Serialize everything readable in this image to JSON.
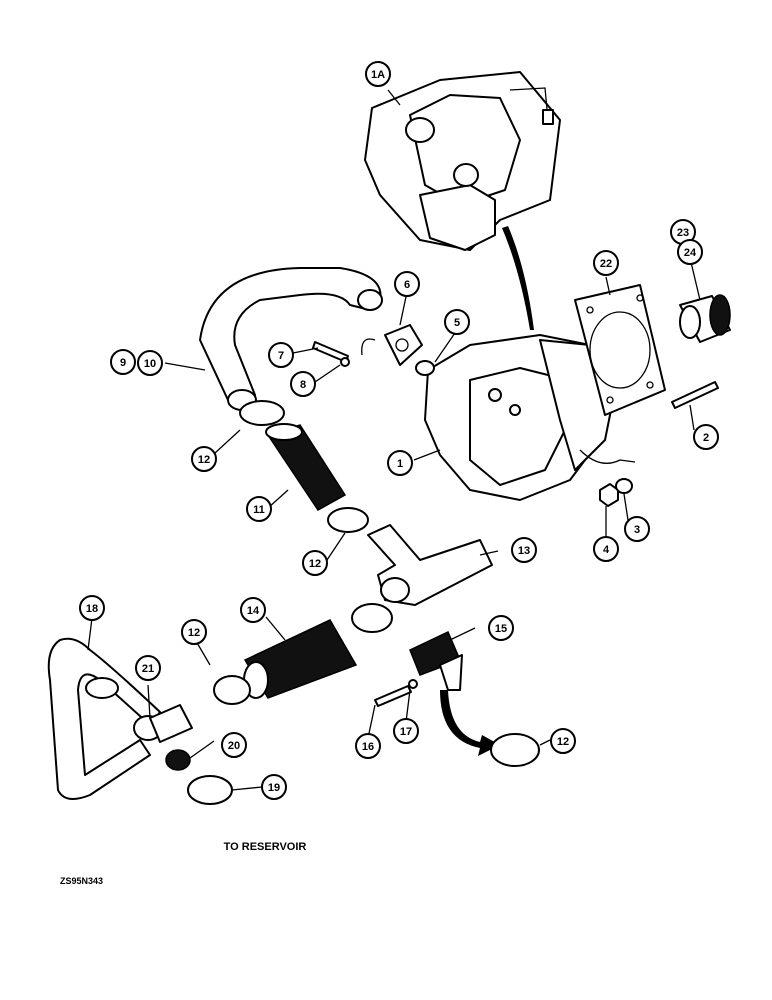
{
  "callouts": [
    "1A",
    "1",
    "2",
    "3",
    "4",
    "5",
    "6",
    "7",
    "8",
    "9",
    "10",
    "11",
    "12",
    "12",
    "12",
    "12",
    "12",
    "13",
    "14",
    "15",
    "16",
    "17",
    "18",
    "19",
    "20",
    "21",
    "22",
    "23",
    "24"
  ],
  "caption": "TO RESERVOIR",
  "figure_id": "ZS95N343"
}
